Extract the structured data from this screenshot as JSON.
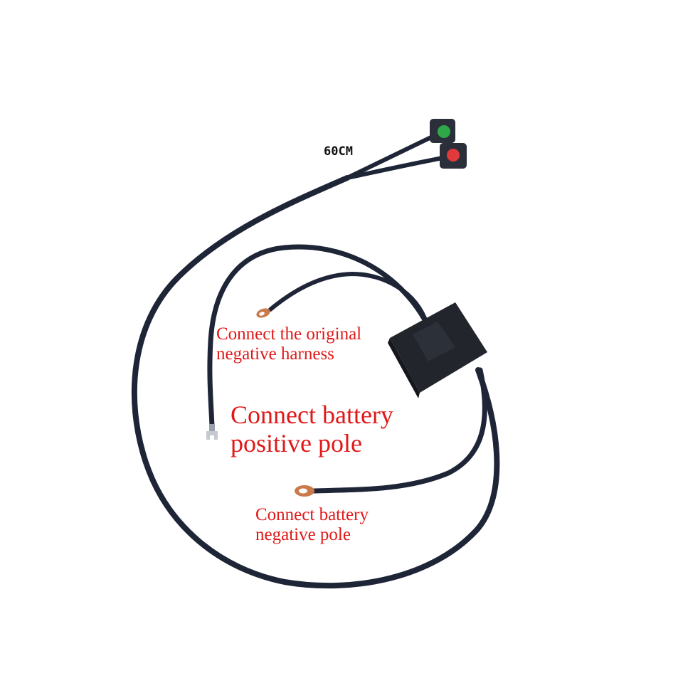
{
  "product_photo": {
    "length_label": "60CM",
    "callouts": {
      "negative_harness": {
        "line1": "Connect the original",
        "line2": "negative harness"
      },
      "positive_pole": {
        "line1": "Connect battery",
        "line2": "positive pole"
      },
      "negative_pole": {
        "line1": "Connect battery",
        "line2": "negative pole"
      }
    },
    "colors": {
      "cable": "#1e2536",
      "label_text": "#e01818",
      "button_green": "#2fa84a",
      "button_red": "#e03a3a",
      "copper_terminal": "#c9794a",
      "module_body": "#22252c",
      "background": "#ffffff"
    },
    "icons": [
      "green-push-button-icon",
      "red-push-button-icon",
      "spade-terminal-icon",
      "ring-terminal-icon"
    ]
  }
}
